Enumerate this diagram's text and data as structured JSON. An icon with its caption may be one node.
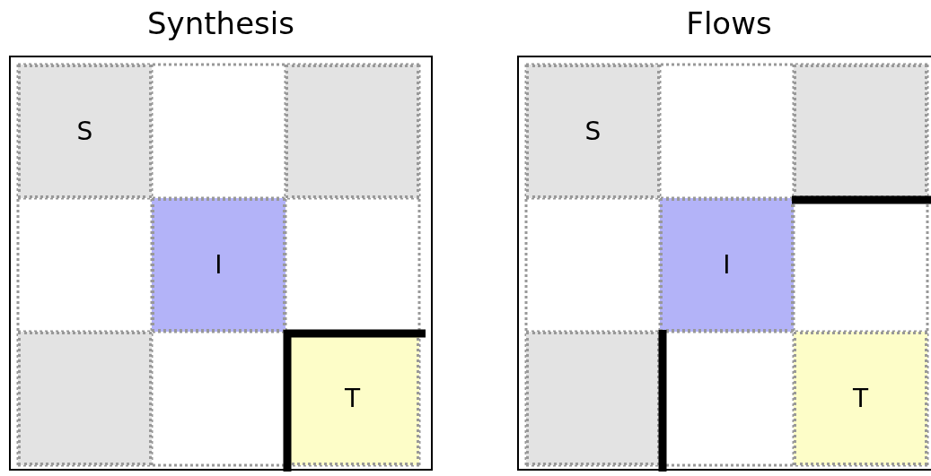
{
  "diagram": {
    "nodes": [
      {
        "text": [
          "Synthesis"
        ]
      },
      {
        "text": [
          "S"
        ],
        "in": 0
      },
      {
        "text": [],
        "shape": "box",
        "in": 0
      },
      {
        "text": [
          "I"
        ],
        "in": 0
      },
      {
        "text": [],
        "shape": "box",
        "in": 0
      },
      {
        "text": [
          "T"
        ],
        "in": 0
      },
      {
        "text": [
          "Flows"
        ]
      },
      {
        "text": [
          "S"
        ],
        "in": 6
      },
      {
        "text": [],
        "shape": "box",
        "in": 6
      },
      {
        "text": [
          "I"
        ],
        "in": 6
      },
      {
        "text": [],
        "shape": "box",
        "in": 6
      },
      {
        "text": [
          "T"
        ],
        "in": 6
      }
    ]
  }
}
